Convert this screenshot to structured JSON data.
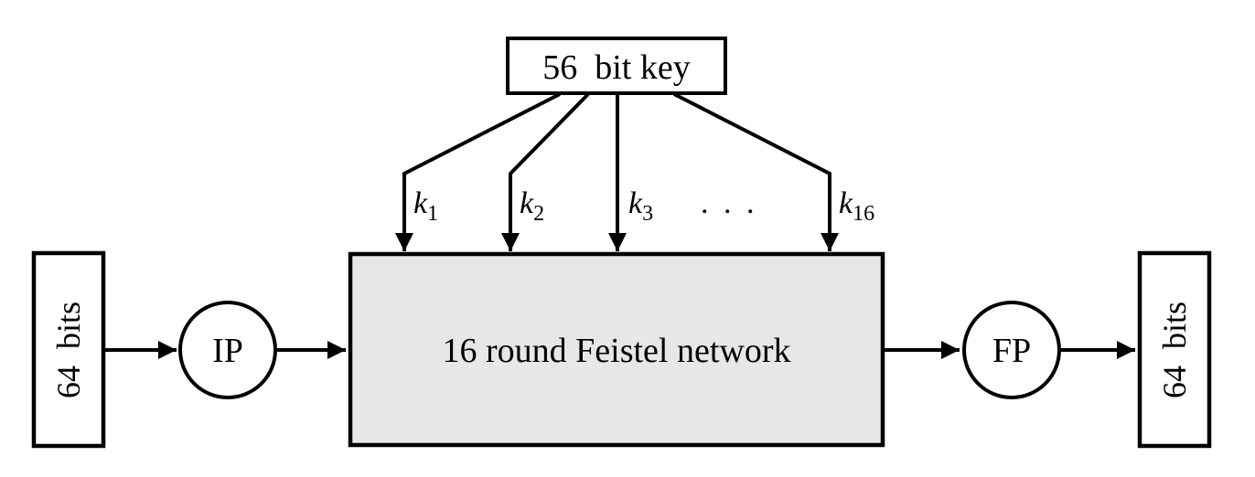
{
  "diagram": {
    "colors": {
      "stroke": "#000000",
      "background": "#ffffff",
      "feistel_fill": "#e7e7e7"
    },
    "key_box": {
      "label": "56  bit key"
    },
    "round_keys": [
      {
        "base": "k",
        "sub": "1"
      },
      {
        "base": "k",
        "sub": "2"
      },
      {
        "base": "k",
        "sub": "3"
      },
      {
        "base": "k",
        "sub": "16"
      }
    ],
    "ellipsis": ". . .",
    "feistel_box": {
      "label": "16 round Feistel network"
    },
    "input_box": {
      "label": "64  bits"
    },
    "output_box": {
      "label": "64  bits"
    },
    "ip_node": {
      "label": "IP"
    },
    "fp_node": {
      "label": "FP"
    }
  }
}
